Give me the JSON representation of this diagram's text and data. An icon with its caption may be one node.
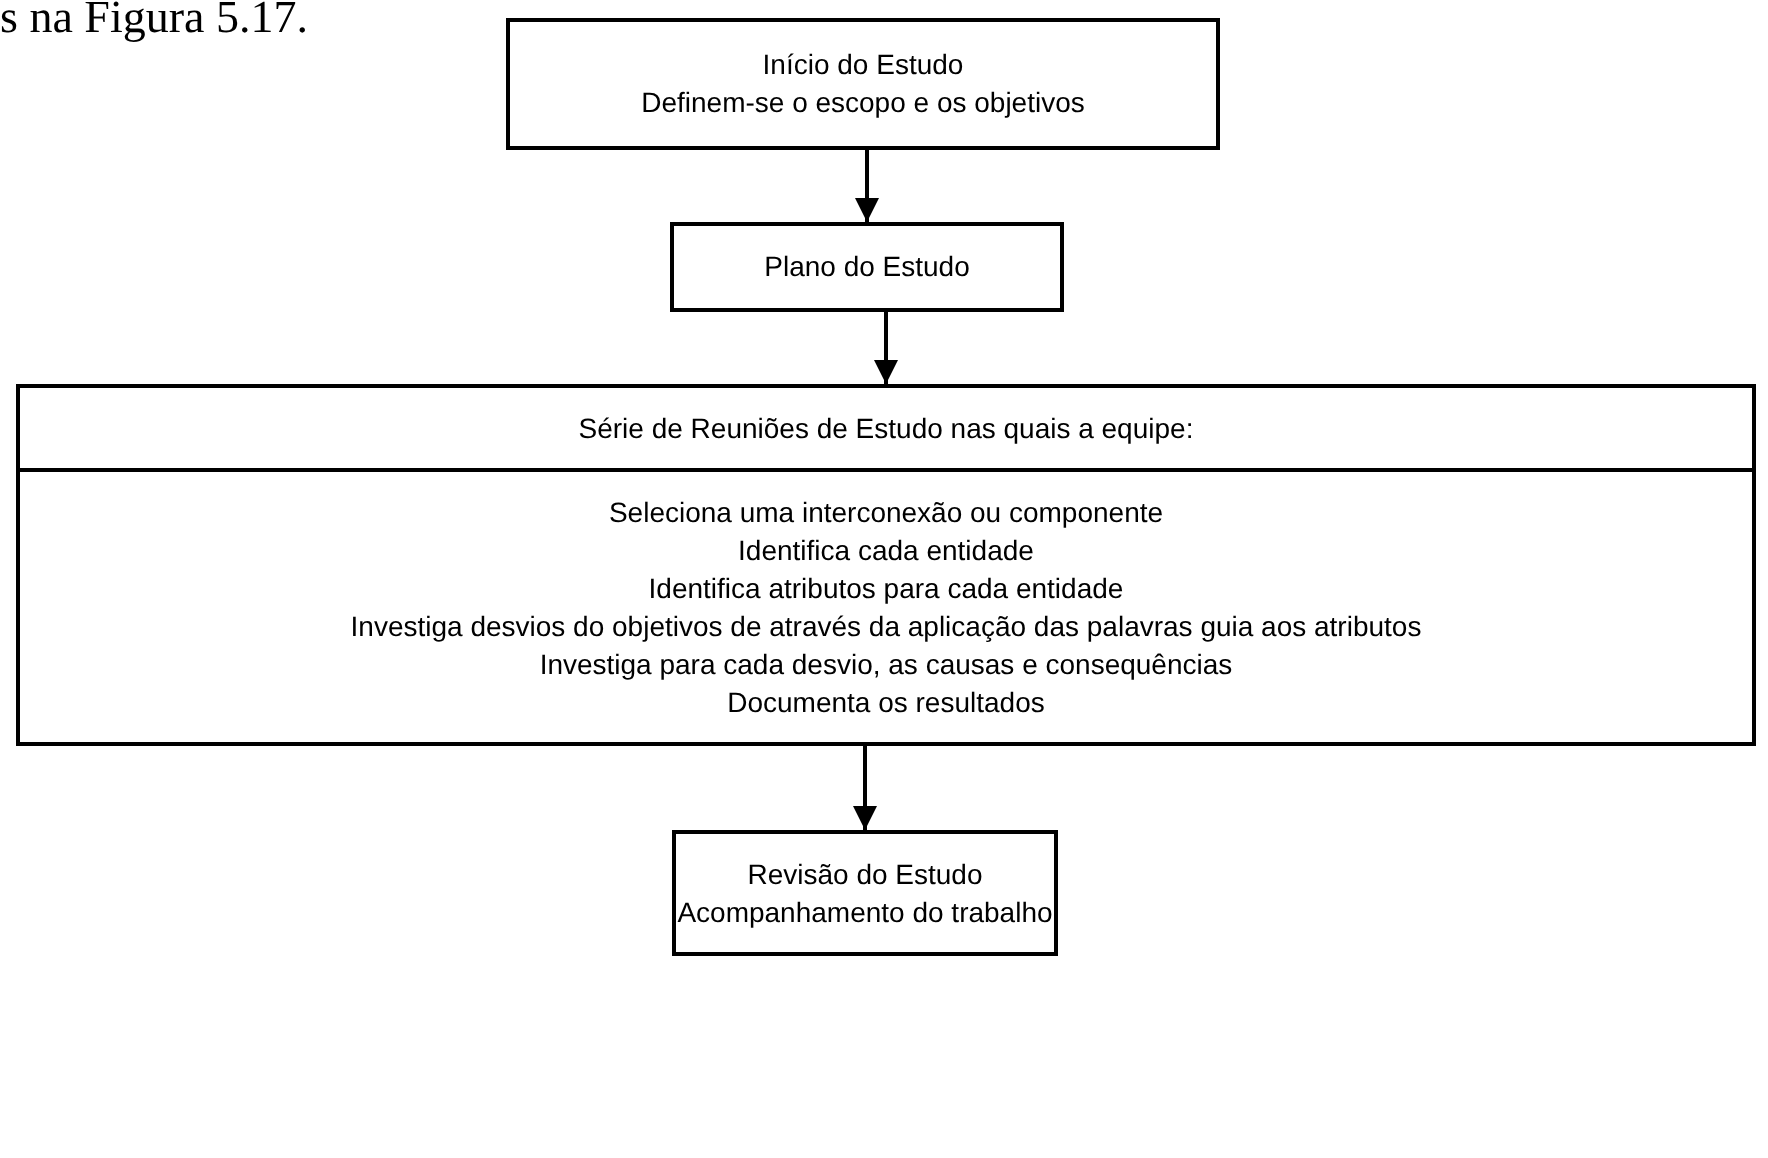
{
  "diagram": {
    "nodes": [
      {
        "text": [
          "Início do Estudo",
          "Definem-se o escopo e os objetivos"
        ]
      },
      {
        "text": [
          "Plano do Estudo"
        ]
      },
      {
        "text": [
          "Série de Reuniões de Estudo nas quais a equipe:",
          "Seleciona uma interconexão ou componente",
          "Identifica cada entidade",
          "Identifica atributos para cada entidade",
          "Investiga desvios do objetivos de através da aplicação das palavras guia aos atributos",
          "Investiga para cada desvio, as causas e consequências",
          "Documenta os resultados"
        ]
      },
      {
        "text": [
          "Revisão do Estudo",
          "Acompanhamento do trabalho"
        ]
      }
    ],
    "edges": [
      {
        "from": 0,
        "to": 1,
        "arrow": "to"
      },
      {
        "from": 1,
        "to": 2,
        "arrow": "to"
      },
      {
        "from": 2,
        "to": 3,
        "arrow": "to"
      }
    ],
    "labels": [
      "s na Figura 5.17."
    ]
  }
}
